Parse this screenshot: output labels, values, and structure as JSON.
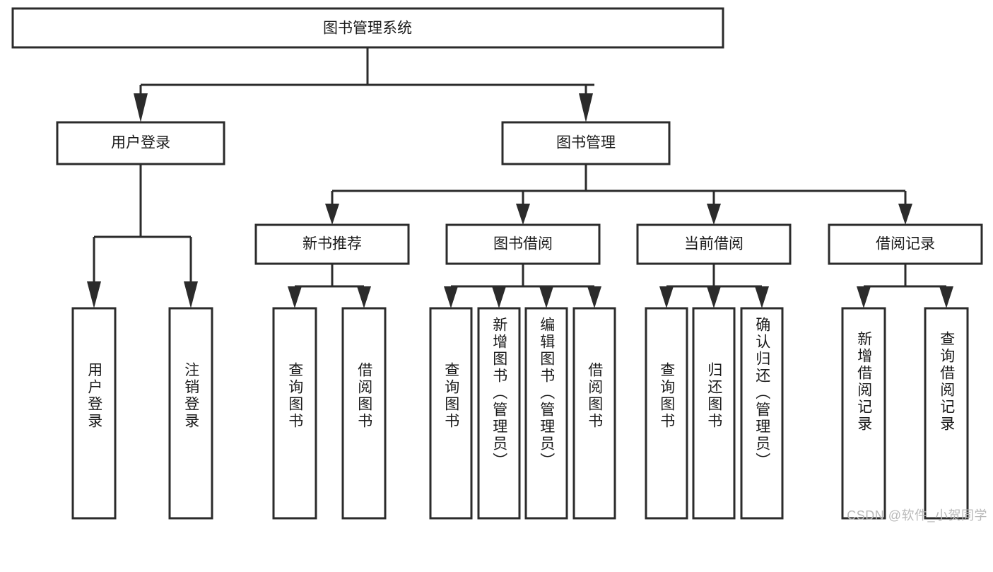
{
  "diagram": {
    "type": "hierarchy-tree",
    "title": "图书管理系统",
    "orientation": "top-down",
    "colors": {
      "stroke": "#2b2b2b",
      "fill": "#ffffff",
      "text": "#1a1a1a",
      "watermark": "#b9b9b9",
      "background": "#ffffff"
    },
    "root": {
      "label": "图书管理系统"
    },
    "level1": [
      {
        "id": "user-login",
        "label": "用户登录"
      },
      {
        "id": "book-management",
        "label": "图书管理"
      }
    ],
    "level2": [
      {
        "id": "new-book-recommend",
        "label": "新书推荐",
        "parent": "book-management"
      },
      {
        "id": "book-borrow",
        "label": "图书借阅",
        "parent": "book-management"
      },
      {
        "id": "current-borrow",
        "label": "当前借阅",
        "parent": "book-management"
      },
      {
        "id": "borrow-record",
        "label": "借阅记录",
        "parent": "book-management"
      }
    ],
    "leaves": {
      "user-login": [
        {
          "id": "leaf-user-login",
          "label": "用户登录"
        },
        {
          "id": "leaf-logout",
          "label": "注销登录"
        }
      ],
      "new-book-recommend": [
        {
          "id": "leaf-query-book-1",
          "label": "查询图书"
        },
        {
          "id": "leaf-borrow-book-1",
          "label": "借阅图书"
        }
      ],
      "book-borrow": [
        {
          "id": "leaf-query-book-2",
          "label": "查询图书"
        },
        {
          "id": "leaf-add-book",
          "label": "新增图书（管理员）"
        },
        {
          "id": "leaf-edit-book",
          "label": "编辑图书（管理员）"
        },
        {
          "id": "leaf-borrow-book-2",
          "label": "借阅图书"
        }
      ],
      "current-borrow": [
        {
          "id": "leaf-query-book-3",
          "label": "查询图书"
        },
        {
          "id": "leaf-return-book",
          "label": "归还图书"
        },
        {
          "id": "leaf-confirm-return",
          "label": "确认归还（管理员）"
        }
      ],
      "borrow-record": [
        {
          "id": "leaf-add-record",
          "label": "新增借阅记录"
        },
        {
          "id": "leaf-query-record",
          "label": "查询借阅记录"
        }
      ]
    }
  },
  "watermark": {
    "text": "CSDN @软件_小贺同学"
  }
}
